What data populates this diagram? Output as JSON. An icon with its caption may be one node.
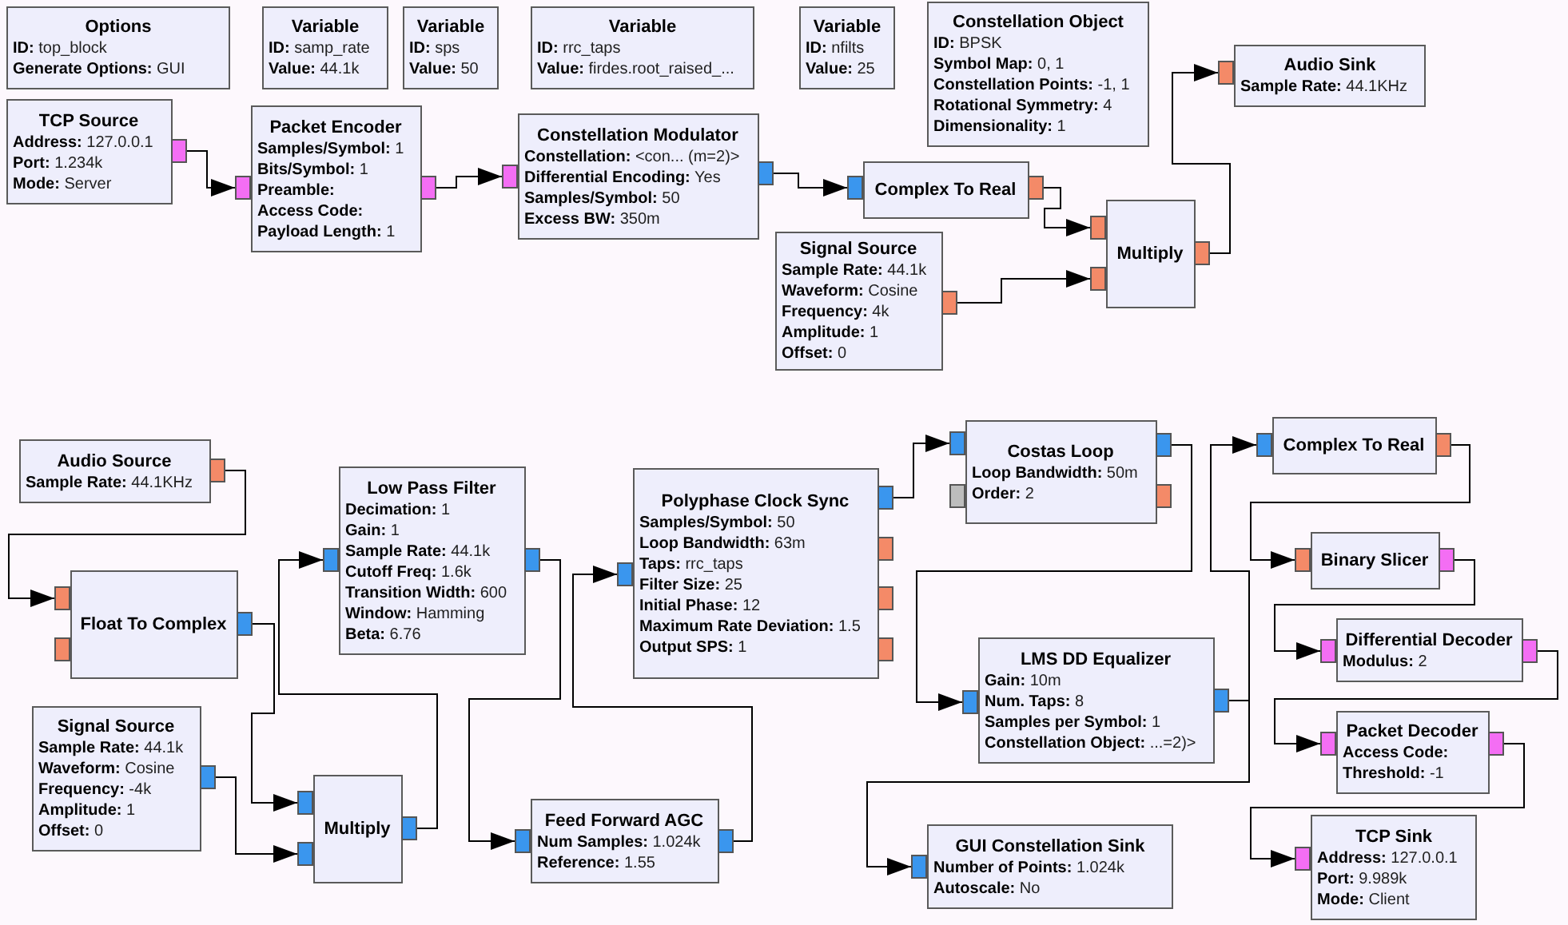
{
  "diagram": {
    "nodes": [
      {
        "text": [
          "Options",
          "**ID:** top_block",
          "**Generate Options:** GUI"
        ]
      },
      {
        "text": [
          "Variable",
          "**ID:** samp_rate",
          "**Value:** 44.1k"
        ]
      },
      {
        "text": [
          "Variable",
          "**ID:** sps",
          "**Value:** 50"
        ]
      },
      {
        "text": [
          "Variable",
          "**ID:** rrc_taps",
          "**Value:** firdes.root_raised_..."
        ]
      },
      {
        "text": [
          "Variable",
          "**ID:** nfilts",
          "**Value:** 25"
        ]
      },
      {
        "text": [
          "Constellation Object",
          "**ID:** BPSK",
          "**Symbol Map:** 0, 1",
          "**Constellation Points:** -1, 1",
          "**Rotational Symmetry:** 4",
          "**Dimensionality:** 1"
        ]
      },
      {
        "text": [
          "TCP Source",
          "**Address:** 127.0.0.1",
          "**Port:** 1.234k",
          "**Mode:** Server"
        ]
      },
      {
        "text": [
          "Packet Encoder",
          "**Samples/Symbol:** 1",
          "**Bits/Symbol:** 1",
          "Preamble:",
          "Access Code:",
          "**Payload Length:** 1"
        ]
      },
      {
        "text": [
          "Constellation Modulator",
          "**Constellation:** <con... (m=2)>",
          "**Differential Encoding:** Yes",
          "**Samples/Symbol:** 50",
          "**Excess BW:** 350m"
        ]
      },
      {
        "text": [
          "Audio Sink",
          "**Sample Rate:** 44.1KHz"
        ]
      },
      {
        "text": [
          "Complex To Real"
        ]
      },
      {
        "text": [
          "Signal Source",
          "**Sample Rate:** 44.1k",
          "**Waveform:** Cosine",
          "**Frequency:** 4k",
          "**Amplitude:** 1",
          "**Offset:** 0"
        ]
      },
      {
        "text": [
          "Multiply"
        ]
      },
      {
        "text": [
          "Audio Source",
          "**Sample Rate:** 44.1KHz"
        ]
      },
      {
        "text": [
          "Float To Complex"
        ]
      },
      {
        "text": [
          "Low Pass Filter",
          "**Decimation:** 1",
          "**Gain:** 1",
          "**Sample Rate:** 44.1k",
          "**Cutoff Freq:** 1.6k",
          "**Transition Width:** 600",
          "**Window:** Hamming",
          "**Beta:** 6.76"
        ]
      },
      {
        "text": [
          "Polyphase Clock Sync",
          "**Samples/Symbol:** 50",
          "**Loop Bandwidth:** 63m",
          "**Taps:** rrc_taps",
          "**Filter Size:** 25",
          "**Initial Phase:** 12",
          "**Maximum Rate Deviation:** 1.5",
          "**Output SPS:** 1"
        ]
      },
      {
        "text": [
          "Costas Loop",
          "**Loop Bandwidth:** 50m",
          "**Order:** 2"
        ]
      },
      {
        "text": [
          "Signal Source",
          "**Sample Rate:** 44.1k",
          "**Waveform:** Cosine",
          "**Frequency:** -4k",
          "**Amplitude:** 1",
          "**Offset:** 0"
        ]
      },
      {
        "text": [
          "Multiply"
        ]
      },
      {
        "text": [
          "Feed Forward AGC",
          "**Num Samples:** 1.024k",
          "**Reference:** 1.55"
        ]
      },
      {
        "text": [
          "LMS DD Equalizer",
          "**Gain:** 10m",
          "**Num. Taps:** 8",
          "**Samples per Symbol:** 1",
          "**Constellation Object:** ...=2)>"
        ]
      },
      {
        "text": [
          "GUI Constellation Sink",
          "**Number of Points:** 1.024k",
          "**Autoscale:** No"
        ]
      },
      {
        "text": [
          "Complex To Real"
        ]
      },
      {
        "text": [
          "Binary Slicer"
        ]
      },
      {
        "text": [
          "Differential Decoder",
          "**Modulus:** 2"
        ]
      },
      {
        "text": [
          "Packet Decoder",
          "Access Code:",
          "**Threshold:** -1"
        ]
      },
      {
        "text": [
          "TCP Sink",
          "**Address:** 127.0.0.1",
          "**Port:** 9.989k",
          "**Mode:** Client"
        ]
      }
    ],
    "edges": [
      {
        "from": 6,
        "to": 7,
        "arrow": "to"
      },
      {
        "from": 7,
        "to": 8,
        "arrow": "to"
      },
      {
        "from": 8,
        "to": 10,
        "arrow": "to"
      },
      {
        "from": 10,
        "to": 12,
        "arrow": "to"
      },
      {
        "from": 11,
        "to": 12,
        "arrow": "to"
      },
      {
        "from": 12,
        "to": 9,
        "arrow": "to"
      },
      {
        "from": 13,
        "to": 14,
        "arrow": "to"
      },
      {
        "from": 14,
        "to": 19,
        "arrow": "to"
      },
      {
        "from": 18,
        "to": 19,
        "arrow": "to"
      },
      {
        "from": 19,
        "to": 15,
        "arrow": "to"
      },
      {
        "from": 15,
        "to": 20,
        "arrow": "to"
      },
      {
        "from": 20,
        "to": 16,
        "arrow": "to"
      },
      {
        "from": 16,
        "to": 17,
        "arrow": "to"
      },
      {
        "from": 17,
        "to": 21,
        "arrow": "to"
      },
      {
        "from": 21,
        "to": 23,
        "arrow": "to"
      },
      {
        "from": 21,
        "to": 22,
        "arrow": "to"
      },
      {
        "from": 23,
        "to": 24,
        "arrow": "to"
      },
      {
        "from": 24,
        "to": 25,
        "arrow": "to"
      },
      {
        "from": 25,
        "to": 26,
        "arrow": "to"
      },
      {
        "from": 26,
        "to": 27,
        "arrow": "to"
      }
    ]
  }
}
